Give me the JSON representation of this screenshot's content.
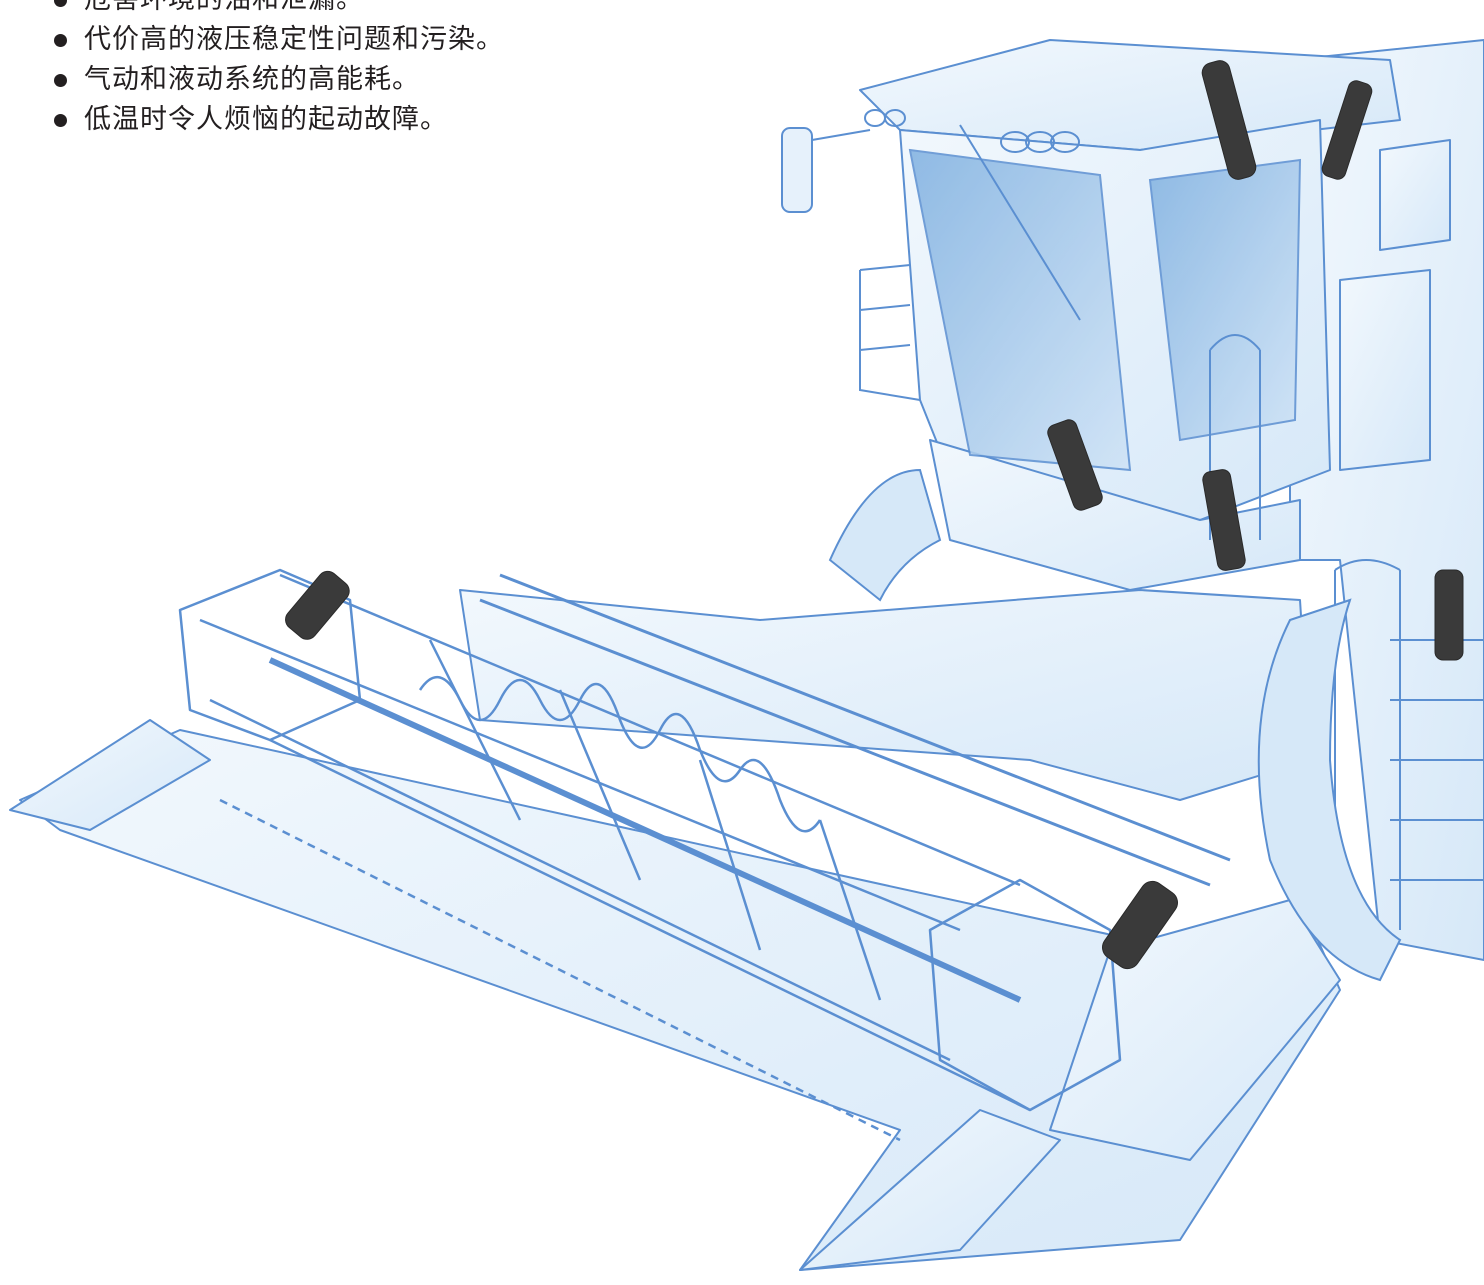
{
  "bullets": [
    "危害环境的油和泄漏。",
    "代价高的液压稳定性问题和污染。",
    "气动和液动系统的高能耗。",
    "低温时令人烦恼的起动故障。"
  ],
  "illustration": {
    "subject": "combine-harvester",
    "colors": {
      "outline": "#5b8fd1",
      "fill": "#e6f1fb",
      "fill_mid": "#cfe3f6",
      "glass": "#8fb9e4",
      "actuator": "#3a3a3a"
    }
  }
}
